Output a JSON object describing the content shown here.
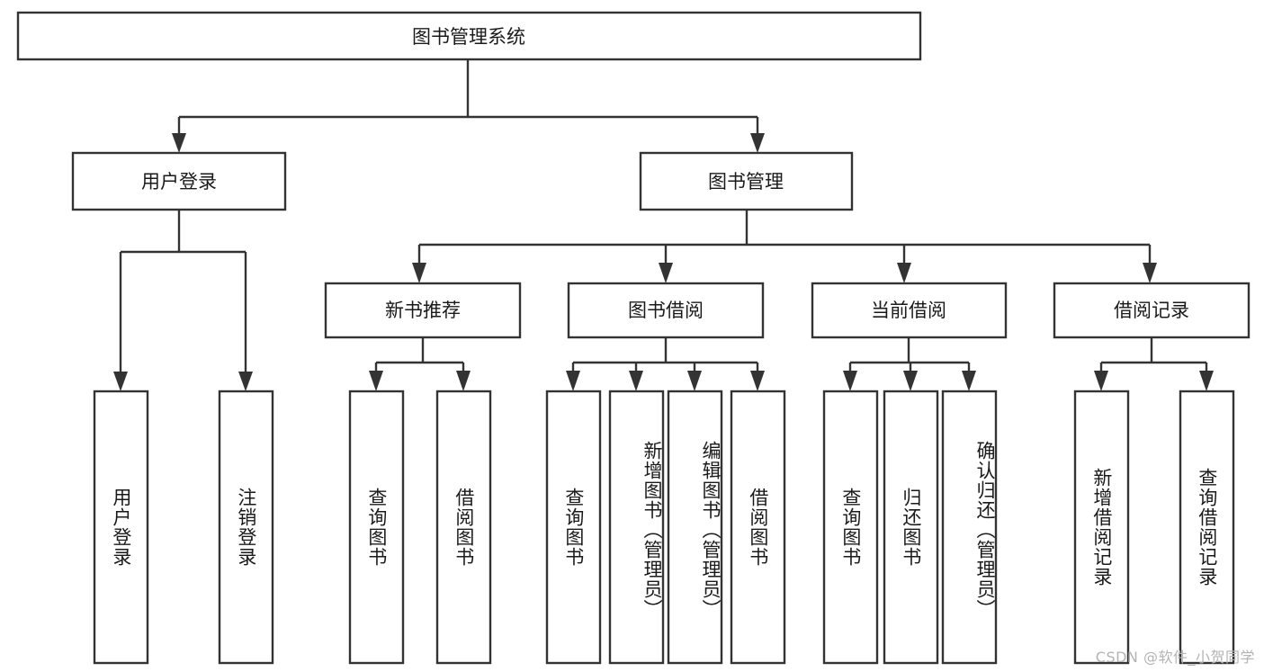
{
  "diagram": {
    "type": "tree-hierarchy-chart",
    "title": "图书管理系统",
    "orientation": "top-down",
    "colors": {
      "box_stroke": "#333333",
      "box_fill": "#ffffff",
      "text": "#1a1a1a",
      "background": "#ffffff",
      "watermark": "#b3b3b3"
    },
    "root": {
      "label": "图书管理系统"
    },
    "level1": [
      {
        "label": "用户登录"
      },
      {
        "label": "图书管理"
      }
    ],
    "level2": [
      {
        "label": "新书推荐",
        "parent": "图书管理"
      },
      {
        "label": "图书借阅",
        "parent": "图书管理"
      },
      {
        "label": "当前借阅",
        "parent": "图书管理"
      },
      {
        "label": "借阅记录",
        "parent": "图书管理"
      }
    ],
    "leaves": {
      "user_login": [
        {
          "label": "用户登录"
        },
        {
          "label": "注销登录"
        }
      ],
      "new_book_recommend": [
        {
          "label": "查询图书"
        },
        {
          "label": "借阅图书"
        }
      ],
      "book_borrow": [
        {
          "label": "查询图书"
        },
        {
          "label": "新增图书（管理员）"
        },
        {
          "label": "编辑图书（管理员）"
        },
        {
          "label": "借阅图书"
        }
      ],
      "current_borrow": [
        {
          "label": "查询图书"
        },
        {
          "label": "归还图书"
        },
        {
          "label": "确认归还（管理员）"
        }
      ],
      "borrow_record": [
        {
          "label": "新增借阅记录"
        },
        {
          "label": "查询借阅记录"
        }
      ]
    }
  },
  "watermark": {
    "text": "CSDN @软件_小贺同学"
  }
}
